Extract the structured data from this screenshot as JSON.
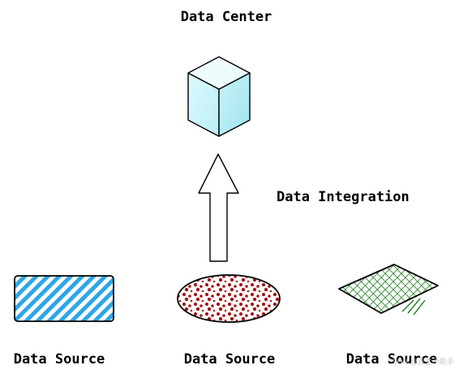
{
  "diagram": {
    "title": "Data Center",
    "edge_label": "Data Integration",
    "sources": [
      {
        "label": "Data Source",
        "shape": "rectangle",
        "fill_pattern": "diagonal-hatch",
        "color": "#2ea6e8"
      },
      {
        "label": "Data Source",
        "shape": "ellipse",
        "fill_pattern": "dots",
        "color": "#a31515"
      },
      {
        "label": "Data Source",
        "shape": "rhombus",
        "fill_pattern": "cross-hatch",
        "color": "#1e7a1e"
      }
    ],
    "center": {
      "shape": "cube",
      "color": "#c6f4fb"
    },
    "arrow": {
      "direction": "up",
      "style": "hollow"
    }
  },
  "watermark": "CSDN @云生小助手"
}
